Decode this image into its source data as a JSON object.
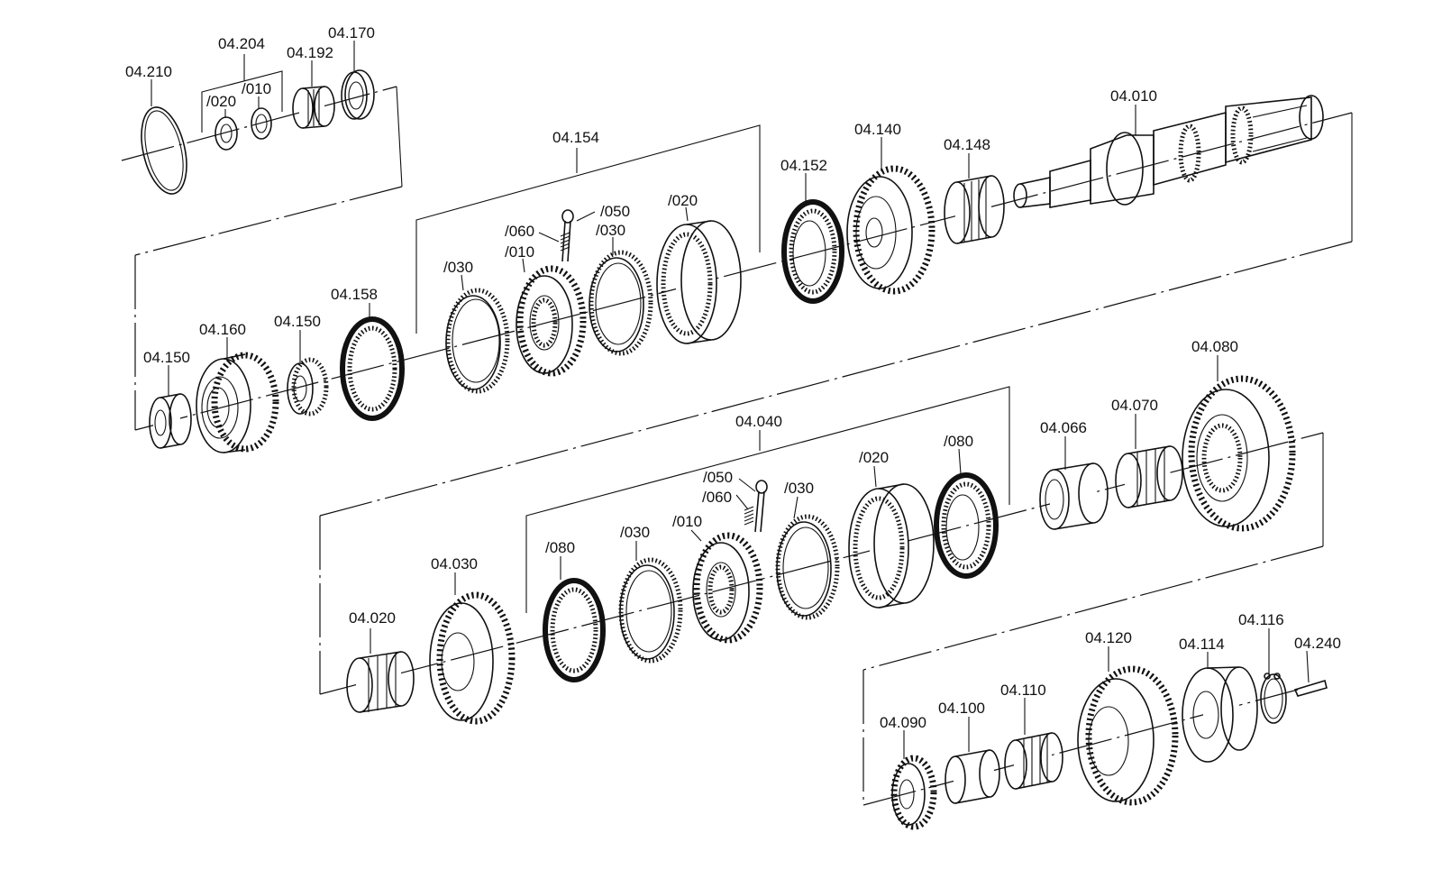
{
  "diagram": {
    "labels": {
      "l_04_210": "04.210",
      "l_04_204": "04.204",
      "l_020_a": "/020",
      "l_010_a": "/010",
      "l_04_192": "04.192",
      "l_04_170": "04.170",
      "l_04_154": "04.154",
      "l_04_152": "04.152",
      "l_04_140": "04.140",
      "l_04_148": "04.148",
      "l_04_010": "04.010",
      "l_050_a": "/050",
      "l_060_a": "/060",
      "l_010_b": "/010",
      "l_030_b": "/030",
      "l_020_b": "/020",
      "l_030_c": "/030",
      "l_04_158": "04.158",
      "l_04_160": "04.160",
      "l_04_150a": "04.150",
      "l_04_150b": "04.150",
      "l_04_040": "04.040",
      "l_04_066": "04.066",
      "l_04_070": "04.070",
      "l_04_080": "04.080",
      "l_050_d": "/050",
      "l_060_d": "/060",
      "l_030_d": "/030",
      "l_020_d": "/020",
      "l_080_d": "/080",
      "l_010_d": "/010",
      "l_030_e": "/030",
      "l_080_e": "/080",
      "l_04_030": "04.030",
      "l_04_020": "04.020",
      "l_04_116": "04.116",
      "l_04_240": "04.240",
      "l_04_120": "04.120",
      "l_04_114": "04.114",
      "l_04_110": "04.110",
      "l_04_100": "04.100",
      "l_04_090": "04.090"
    }
  }
}
